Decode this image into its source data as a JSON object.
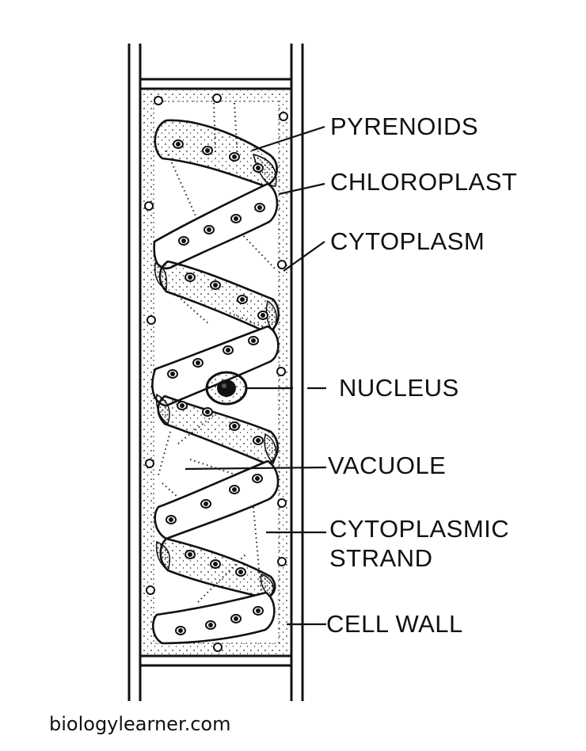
{
  "labels": {
    "pyrenoids": "PYRENOIDS",
    "chloroplast": "CHLOROPLAST",
    "cytoplasm": "CYTOPLASM",
    "nucleus": "NUCLEUS",
    "vacuole": "VACUOLE",
    "cytoplasmic_strand_1": "CYTOPLASMIC",
    "cytoplasmic_strand_2": "STRAND",
    "cell_wall": "CELL WALL"
  },
  "credit": "biologylearner.com"
}
